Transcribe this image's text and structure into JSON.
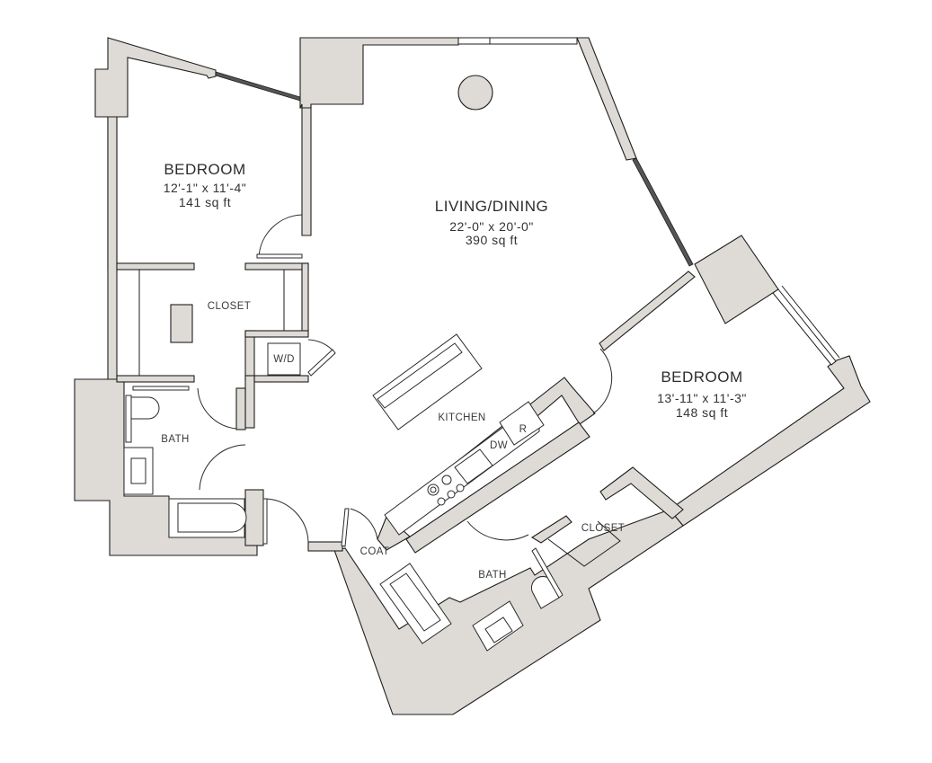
{
  "floorplan": {
    "rooms": [
      {
        "id": "bedroom-1",
        "name": "BEDROOM",
        "dimensions": "12'-1\" x 11'-4\"",
        "area": "141 sq ft"
      },
      {
        "id": "living-dining",
        "name": "LIVING/DINING",
        "dimensions": "22'-0\" x 20'-0\"",
        "area": "390 sq ft"
      },
      {
        "id": "bedroom-2",
        "name": "BEDROOM",
        "dimensions": "13'-11\" x 11'-3\"",
        "area": "148 sq ft"
      }
    ],
    "labels": {
      "closet_1": "CLOSET",
      "wd": "W/D",
      "bath_1": "BATH",
      "kitchen": "KITCHEN",
      "dw": "DW",
      "refrigerator": "R",
      "coat": "COAT",
      "bath_2": "BATH",
      "closet_2": "CLOSET"
    },
    "colors": {
      "wall_fill": "#dedbd6",
      "line": "#1e1e1e",
      "background": "#ffffff"
    }
  }
}
